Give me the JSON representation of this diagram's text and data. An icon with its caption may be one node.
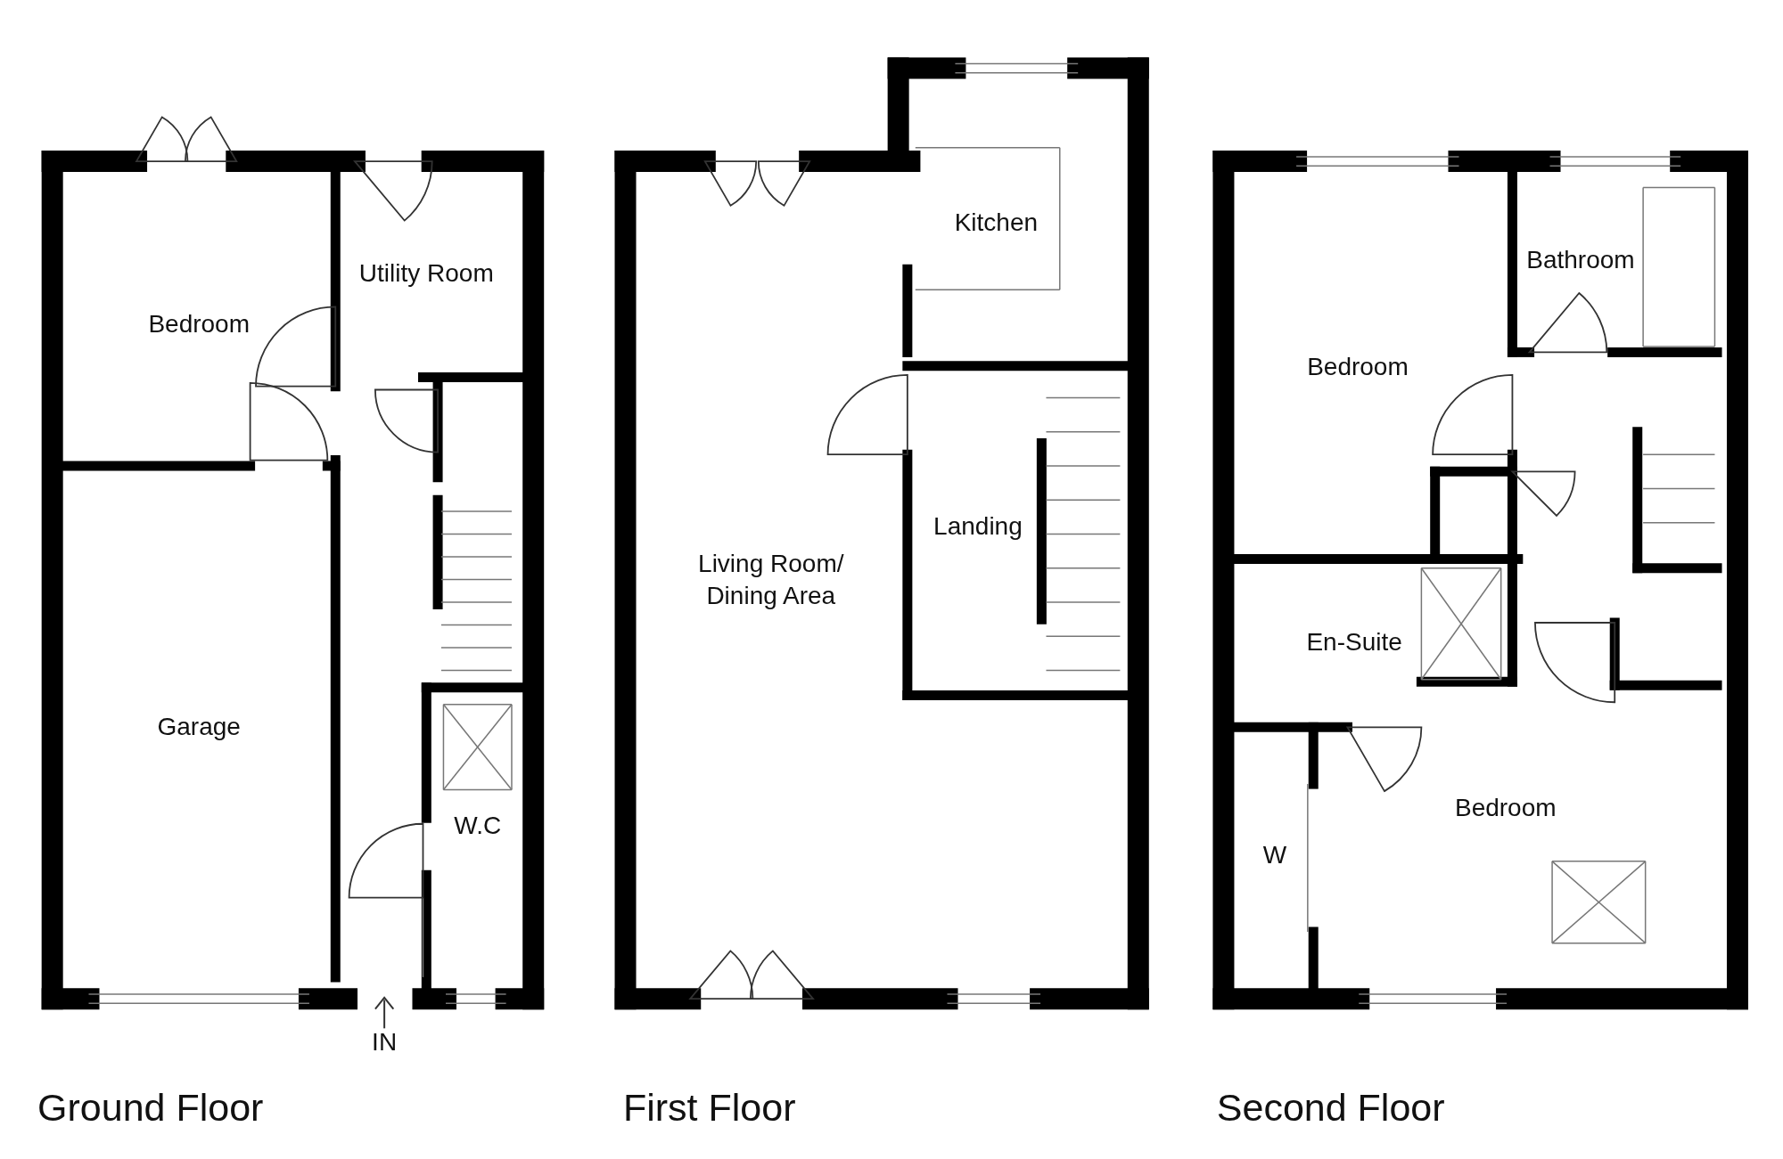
{
  "diagram": {
    "labels": [
      "Utility Room",
      "Bedroom",
      "W.C",
      "Garage",
      "IN",
      "Ground Floor",
      "Kitchen",
      "Landing",
      "Living Room/ Dining Area",
      "First Floor",
      "Bathroom",
      "Bedroom",
      "En-Suite",
      "Bedroom",
      "W",
      "Second Floor"
    ]
  }
}
